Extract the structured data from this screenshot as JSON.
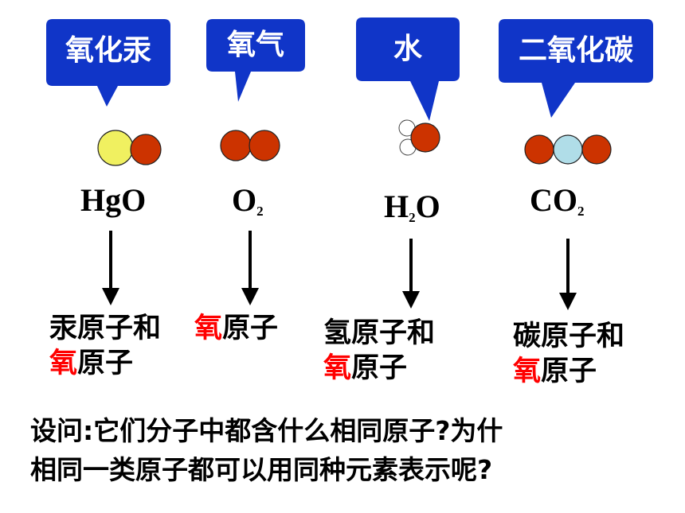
{
  "colors": {
    "callout_fill": "#1035c8",
    "oxygen_atom": "#cc3300",
    "mercury_atom": "#f0f060",
    "carbon_atom": "#b0dde8",
    "hydrogen_atom": "#ffffff",
    "highlight_text": "#ff0000"
  },
  "columns": [
    {
      "name": "氧化汞",
      "formula_main": "HgO",
      "formula_sub": "",
      "desc_line1_prefix": "",
      "desc_line1": "汞原子和",
      "desc_line2_red": "氧",
      "desc_line2": "原子"
    },
    {
      "name": "氧气",
      "formula_main": "O",
      "formula_sub": "2",
      "desc_line1_prefix": "氧",
      "desc_line1": "原子",
      "desc_line2_red": "",
      "desc_line2": ""
    },
    {
      "name": "水",
      "formula_main_pre": "H",
      "formula_sub": "2",
      "formula_main": "O",
      "desc_line1_prefix": "",
      "desc_line1": "氢原子和",
      "desc_line2_red": "氧",
      "desc_line2": "原子"
    },
    {
      "name": "二氧化碳",
      "formula_main": "CO",
      "formula_sub": "2",
      "desc_line1_prefix": "",
      "desc_line1": "碳原子和",
      "desc_line2_red": "氧",
      "desc_line2": "原子"
    }
  ],
  "question": {
    "line1": "设问:它们分子中都含什么相同原子?为什",
    "line2": "相同一类原子都可以用同种元素表示呢?"
  }
}
